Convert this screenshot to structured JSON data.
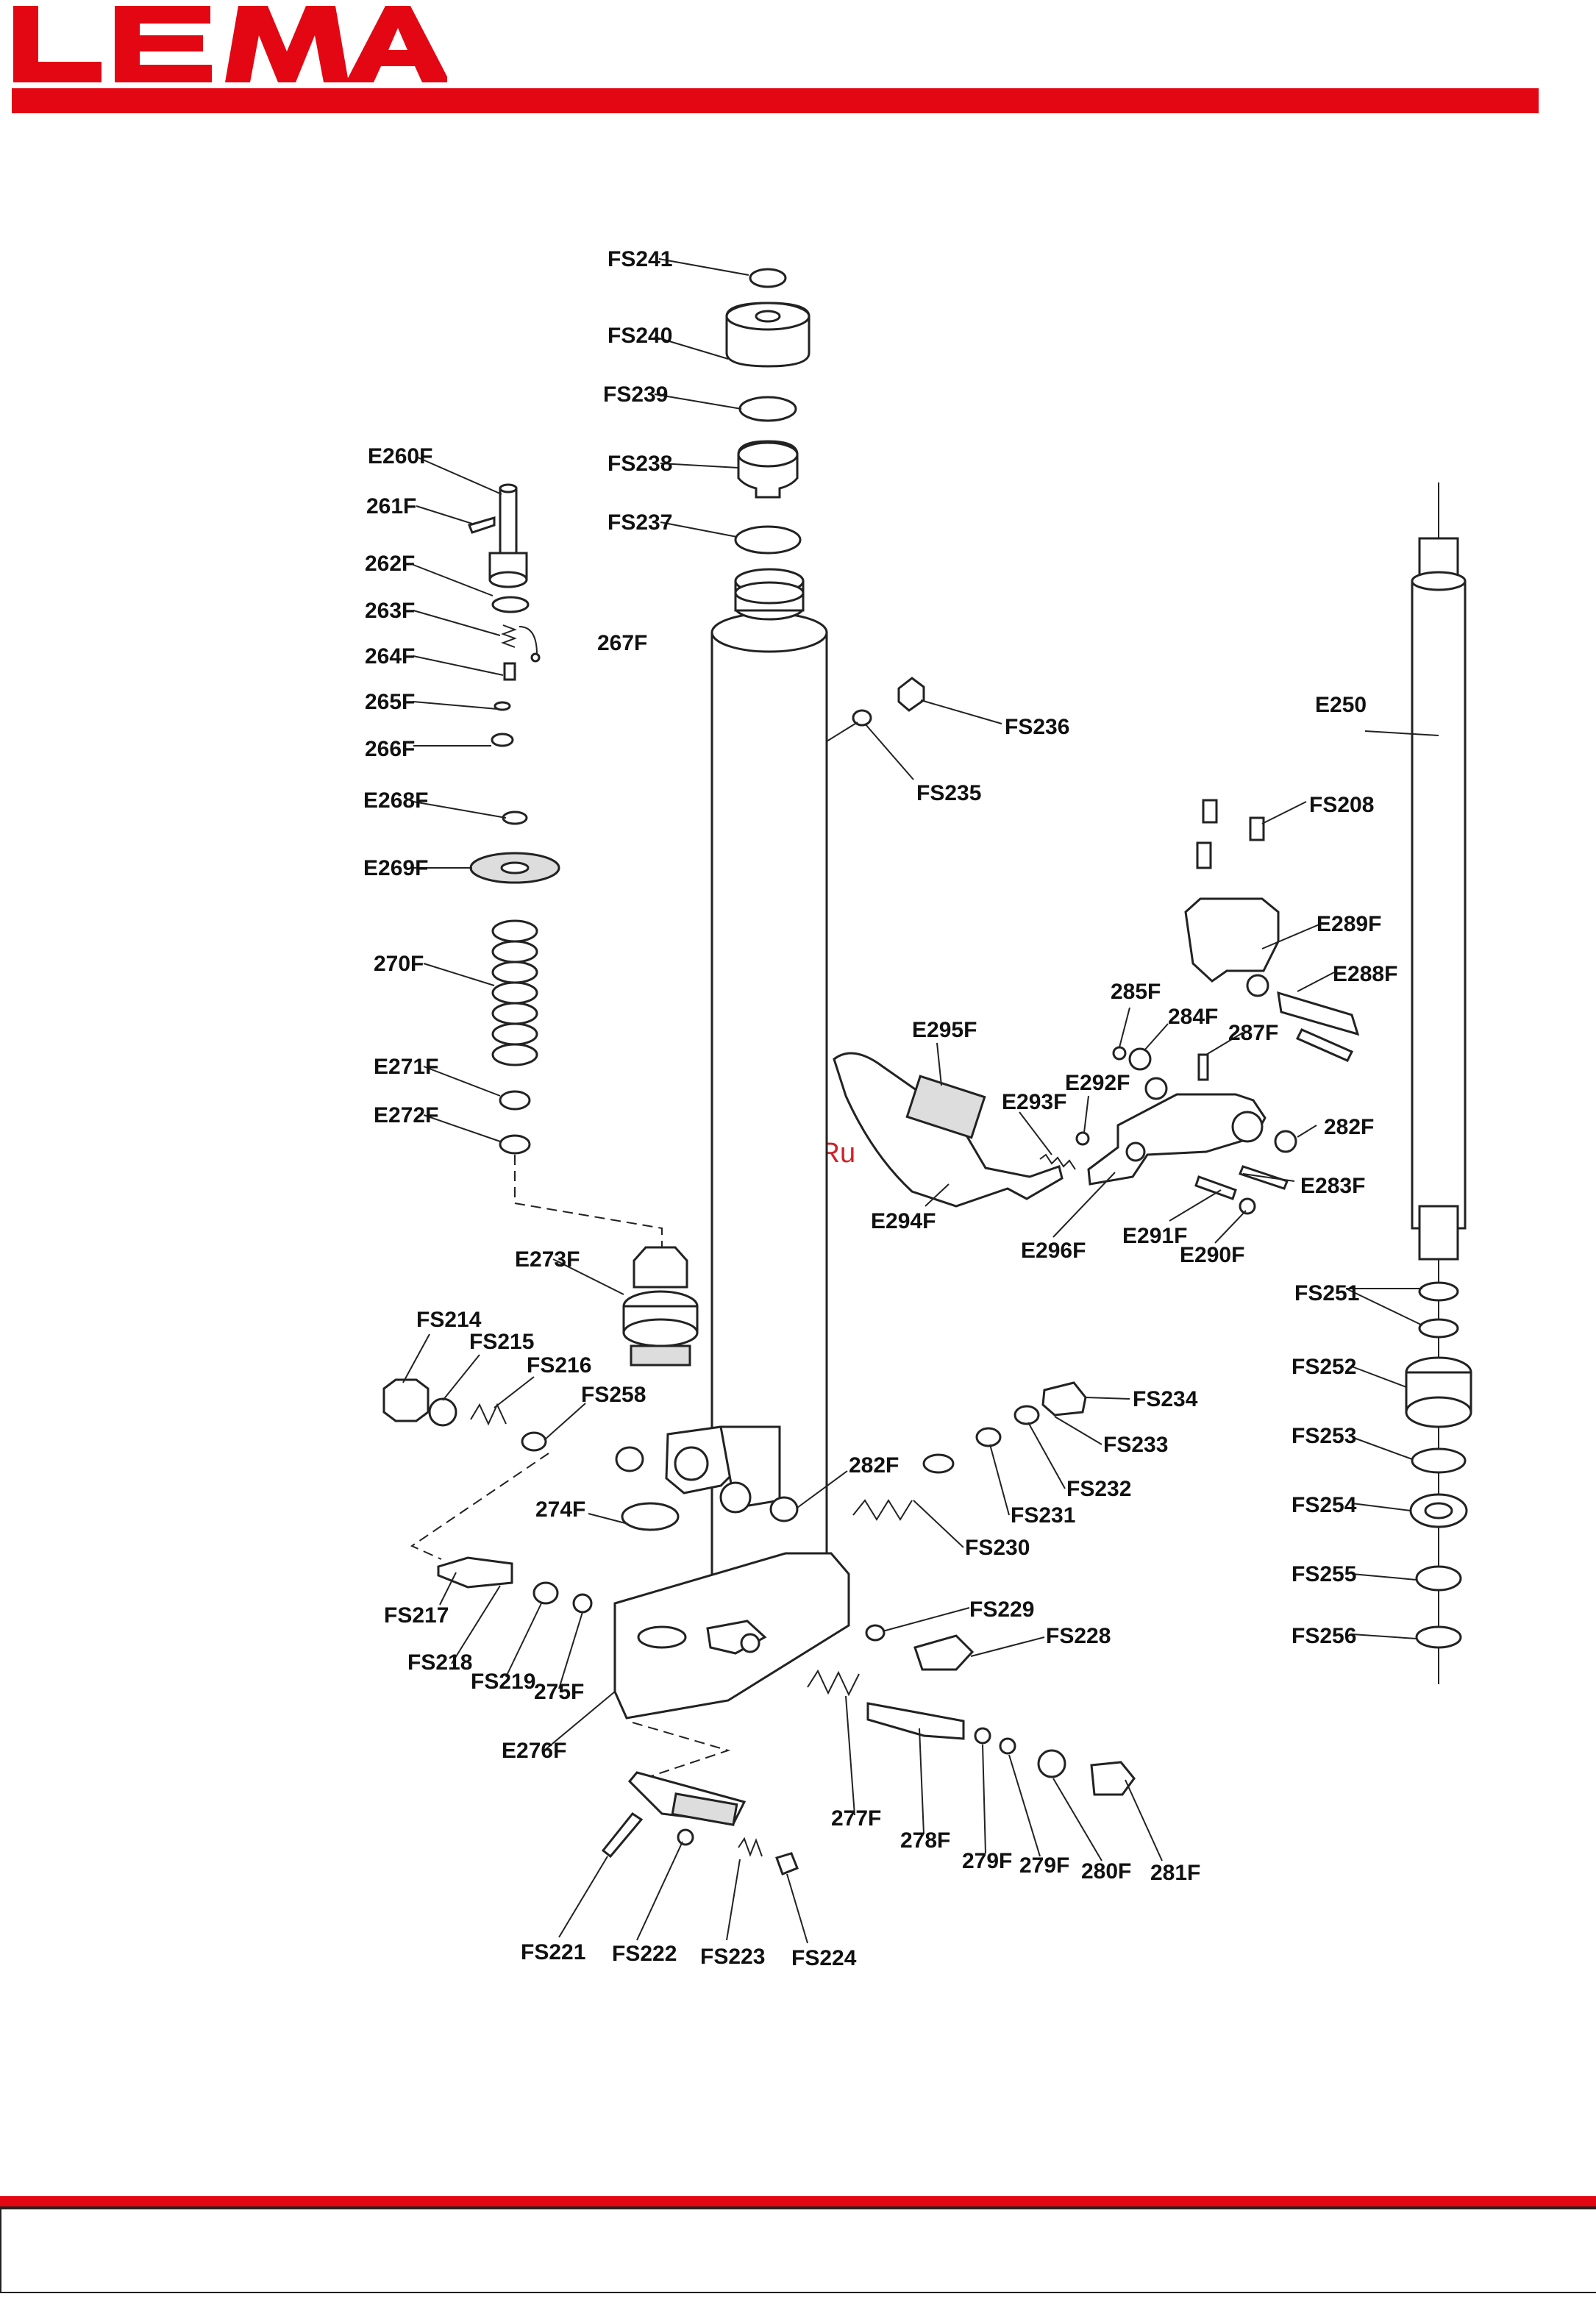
{
  "header": {
    "logo_text": "LEMA",
    "brand_color": "#e30613"
  },
  "watermark": "McGrp.Ru",
  "labels": {
    "FS241": "FS241",
    "FS240": "FS240",
    "FS239": "FS239",
    "FS238": "FS238",
    "FS237": "FS237",
    "FS236": "FS236",
    "FS235": "FS235",
    "FS208": "FS208",
    "E260F": "E260F",
    "261F": "261F",
    "262F": "262F",
    "263F": "263F",
    "264F": "264F",
    "265F": "265F",
    "266F": "266F",
    "267F": "267F",
    "E268F": "E268F",
    "E269F": "E269F",
    "270F": "270F",
    "E271F": "E271F",
    "E272F": "E272F",
    "E273F": "E273F",
    "E250": "E250",
    "E289F": "E289F",
    "E288F": "E288F",
    "285F": "285F",
    "284F": "284F",
    "287F": "287F",
    "E295F": "E295F",
    "E292F": "E292F",
    "E293F": "E293F",
    "282F_a": "282F",
    "E283F": "E283F",
    "E294F": "E294F",
    "E296F": "E296F",
    "E291F": "E291F",
    "E290F": "E290F",
    "FS251": "FS251",
    "FS252": "FS252",
    "FS253": "FS253",
    "FS254": "FS254",
    "FS255": "FS255",
    "FS256": "FS256",
    "FS214": "FS214",
    "FS215": "FS215",
    "FS216": "FS216",
    "FS258": "FS258",
    "FS234": "FS234",
    "FS233": "FS233",
    "FS232": "FS232",
    "FS231": "FS231",
    "FS230": "FS230",
    "282F_b": "282F",
    "274F": "274F",
    "FS217": "FS217",
    "FS218": "FS218",
    "FS219": "FS219",
    "275F": "275F",
    "E276F": "E276F",
    "FS229": "FS229",
    "FS228": "FS228",
    "277F": "277F",
    "278F": "278F",
    "279F_a": "279F",
    "279F_b": "279F",
    "280F": "280F",
    "281F": "281F",
    "FS221": "FS221",
    "FS222": "FS222",
    "FS223": "FS223",
    "FS224": "FS224"
  }
}
